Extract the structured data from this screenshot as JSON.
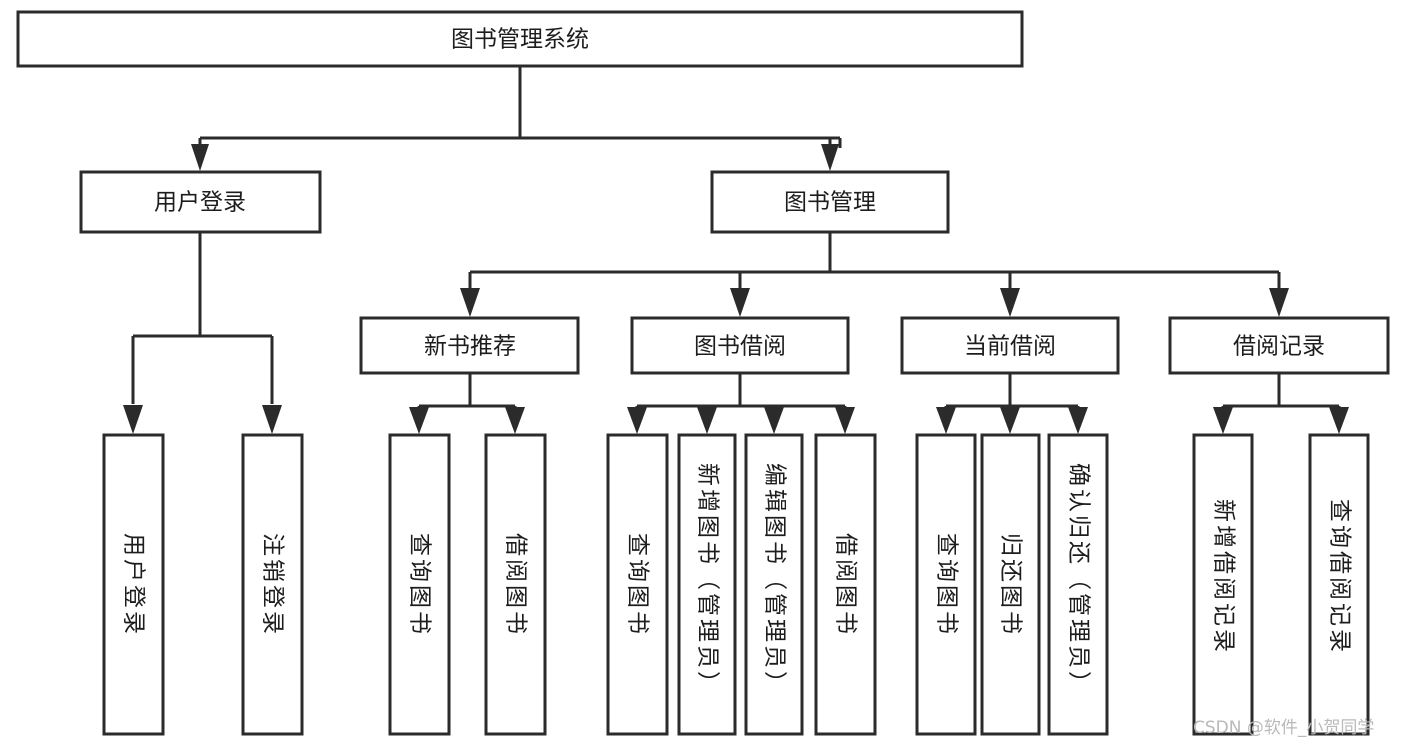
{
  "diagram": {
    "type": "tree-hierarchy-chart",
    "title": "图书管理系统",
    "colors": {
      "box_fill": "#ffffff",
      "box_stroke": "#2b2b2b",
      "text": "#1d1d1d",
      "watermark": "#b9b9b9",
      "background": "#ffffff"
    },
    "root": {
      "label": "图书管理系统",
      "orientation": "horizontal"
    },
    "level2": [
      {
        "label": "用户登录",
        "orientation": "horizontal"
      },
      {
        "label": "图书管理",
        "orientation": "horizontal"
      }
    ],
    "level3": [
      {
        "label": "新书推荐",
        "orientation": "horizontal"
      },
      {
        "label": "图书借阅",
        "orientation": "horizontal"
      },
      {
        "label": "当前借阅",
        "orientation": "horizontal"
      },
      {
        "label": "借阅记录",
        "orientation": "horizontal"
      }
    ],
    "leaves": {
      "user_login": [
        {
          "label": "用户登录",
          "orientation": "vertical"
        },
        {
          "label": "注销登录",
          "orientation": "vertical"
        }
      ],
      "new_book_recommend": [
        {
          "label": "查询图书",
          "orientation": "vertical"
        },
        {
          "label": "借阅图书",
          "orientation": "vertical"
        }
      ],
      "book_borrow": [
        {
          "label": "查询图书",
          "orientation": "vertical"
        },
        {
          "label": "新增图书（管理员）",
          "orientation": "vertical"
        },
        {
          "label": "编辑图书（管理员）",
          "orientation": "vertical"
        },
        {
          "label": "借阅图书",
          "orientation": "vertical"
        }
      ],
      "current_borrow": [
        {
          "label": "查询图书",
          "orientation": "vertical"
        },
        {
          "label": "归还图书",
          "orientation": "vertical"
        },
        {
          "label": "确认归还（管理员）",
          "orientation": "vertical"
        }
      ],
      "borrow_record": [
        {
          "label": "新增借阅记录",
          "orientation": "vertical"
        },
        {
          "label": "查询借阅记录",
          "orientation": "vertical"
        }
      ]
    },
    "watermark": "CSDN @软件_小贺同学"
  }
}
